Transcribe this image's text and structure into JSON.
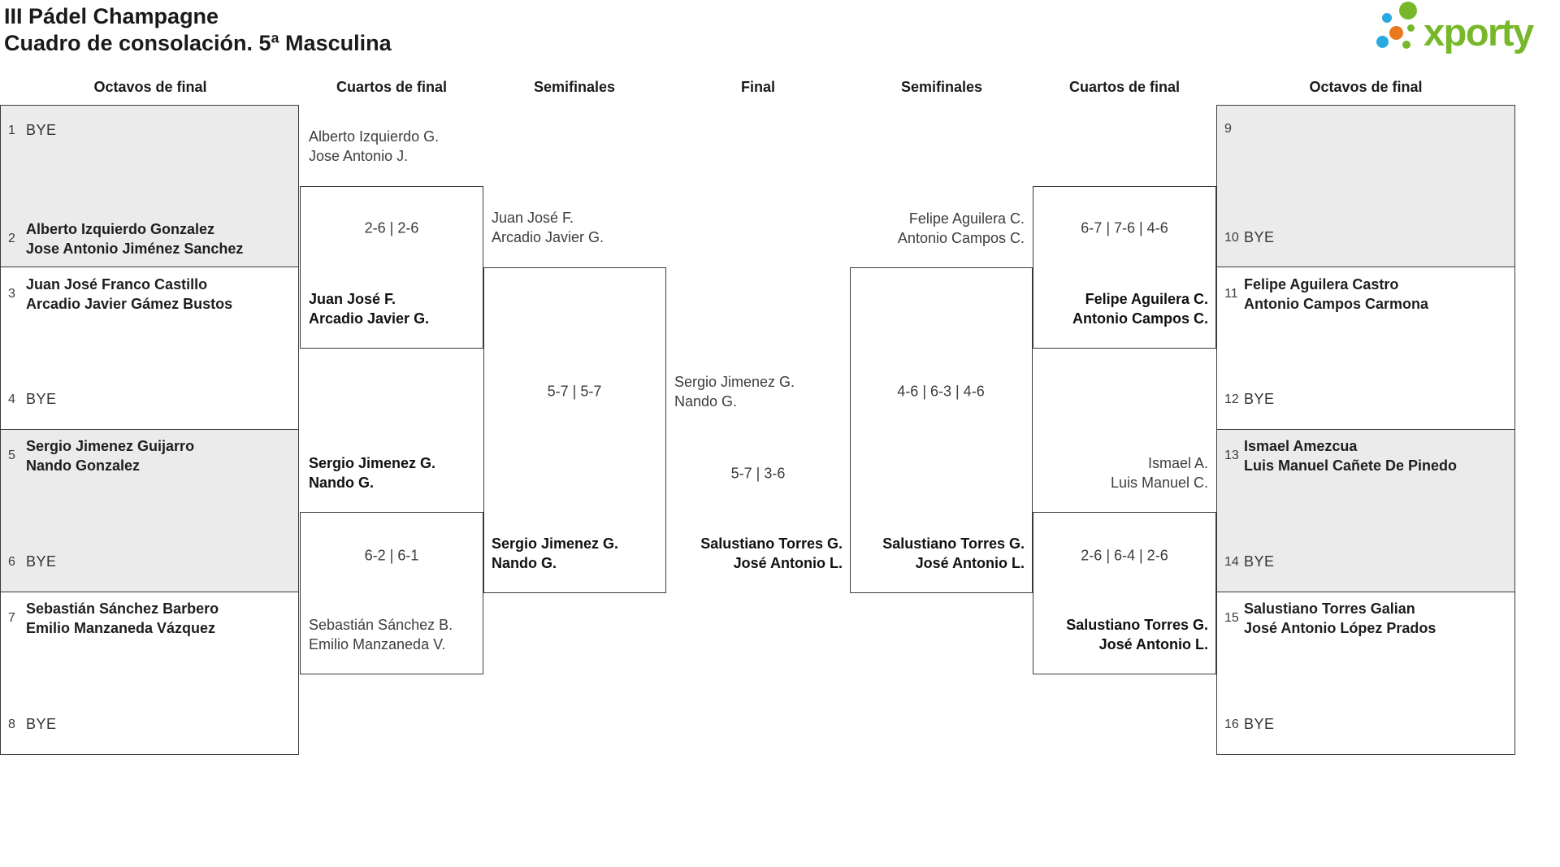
{
  "title": {
    "line1": "III Pádel Champagne",
    "line2": "Cuadro de consolación. 5ª Masculina"
  },
  "logo": {
    "wordmark": "xporty",
    "colors": {
      "green": "#76b82a",
      "blue": "#2aa9e0",
      "orange": "#e8791e"
    }
  },
  "colors": {
    "box_gray": "#ebebeb",
    "line": "#3a3a3a",
    "winner_text": "#111111",
    "loser_text": "#3d3d3d"
  },
  "round_headers": [
    "Octavos de final",
    "Cuartos de final",
    "Semifinales",
    "Final",
    "Semifinales",
    "Cuartos de final",
    "Octavos de final"
  ],
  "octavos_left": {
    "e1": {
      "num": "1",
      "bye": "BYE"
    },
    "e2": {
      "num": "2",
      "name1": "Alberto Izquierdo Gonzalez",
      "name2": "Jose Antonio Jiménez Sanchez"
    },
    "e3": {
      "num": "3",
      "name1": "Juan José Franco Castillo",
      "name2": "Arcadio Javier Gámez Bustos"
    },
    "e4": {
      "num": "4",
      "bye": "BYE"
    },
    "e5": {
      "num": "5",
      "name1": "Sergio Jimenez Guijarro",
      "name2": "Nando Gonzalez"
    },
    "e6": {
      "num": "6",
      "bye": "BYE"
    },
    "e7": {
      "num": "7",
      "name1": "Sebastián Sánchez Barbero",
      "name2": "Emilio Manzaneda Vázquez"
    },
    "e8": {
      "num": "8",
      "bye": "BYE"
    }
  },
  "octavos_right": {
    "e9": {
      "num": "9"
    },
    "e10": {
      "num": "10",
      "bye": "BYE"
    },
    "e11": {
      "num": "11",
      "name1": "Felipe Aguilera Castro",
      "name2": "Antonio Campos Carmona"
    },
    "e12": {
      "num": "12",
      "bye": "BYE"
    },
    "e13": {
      "num": "13",
      "name1": "Ismael Amezcua",
      "name2": "Luis Manuel Cañete De Pinedo"
    },
    "e14": {
      "num": "14",
      "bye": "BYE"
    },
    "e15": {
      "num": "15",
      "name1": "Salustiano Torres Galian",
      "name2": "José Antonio López Prados"
    },
    "e16": {
      "num": "16",
      "bye": "BYE"
    }
  },
  "matches": {
    "qf_left_1": {
      "top1": "Alberto Izquierdo G.",
      "top2": "Jose Antonio J.",
      "score": "2-6 | 2-6",
      "bot1": "Juan José F.",
      "bot2": "Arcadio Javier G."
    },
    "qf_left_2": {
      "top1": "Sergio Jimenez G.",
      "top2": "Nando G.",
      "score": "6-2 | 6-1",
      "bot1": "Sebastián Sánchez B.",
      "bot2": "Emilio Manzaneda V."
    },
    "sf_left": {
      "top1": "Juan José F.",
      "top2": "Arcadio Javier G.",
      "score": "5-7 | 5-7",
      "bot1": "Sergio Jimenez G.",
      "bot2": "Nando G."
    },
    "final": {
      "top1": "Sergio Jimenez G.",
      "top2": "Nando G.",
      "score": "5-7 | 3-6",
      "bot1": "Salustiano Torres G.",
      "bot2": "José Antonio L."
    },
    "sf_right": {
      "top1": "Felipe Aguilera C.",
      "top2": "Antonio Campos C.",
      "score": "4-6 | 6-3 | 4-6",
      "bot1": "Salustiano Torres G.",
      "bot2": "José Antonio L."
    },
    "qf_right_1": {
      "score": "6-7 | 7-6 | 4-6",
      "bot1": "Felipe Aguilera C.",
      "bot2": "Antonio Campos C."
    },
    "qf_right_2": {
      "top1": "Ismael A.",
      "top2": "Luis Manuel C.",
      "score": "2-6 | 6-4 | 2-6",
      "bot1": "Salustiano Torres G.",
      "bot2": "José Antonio L."
    }
  }
}
